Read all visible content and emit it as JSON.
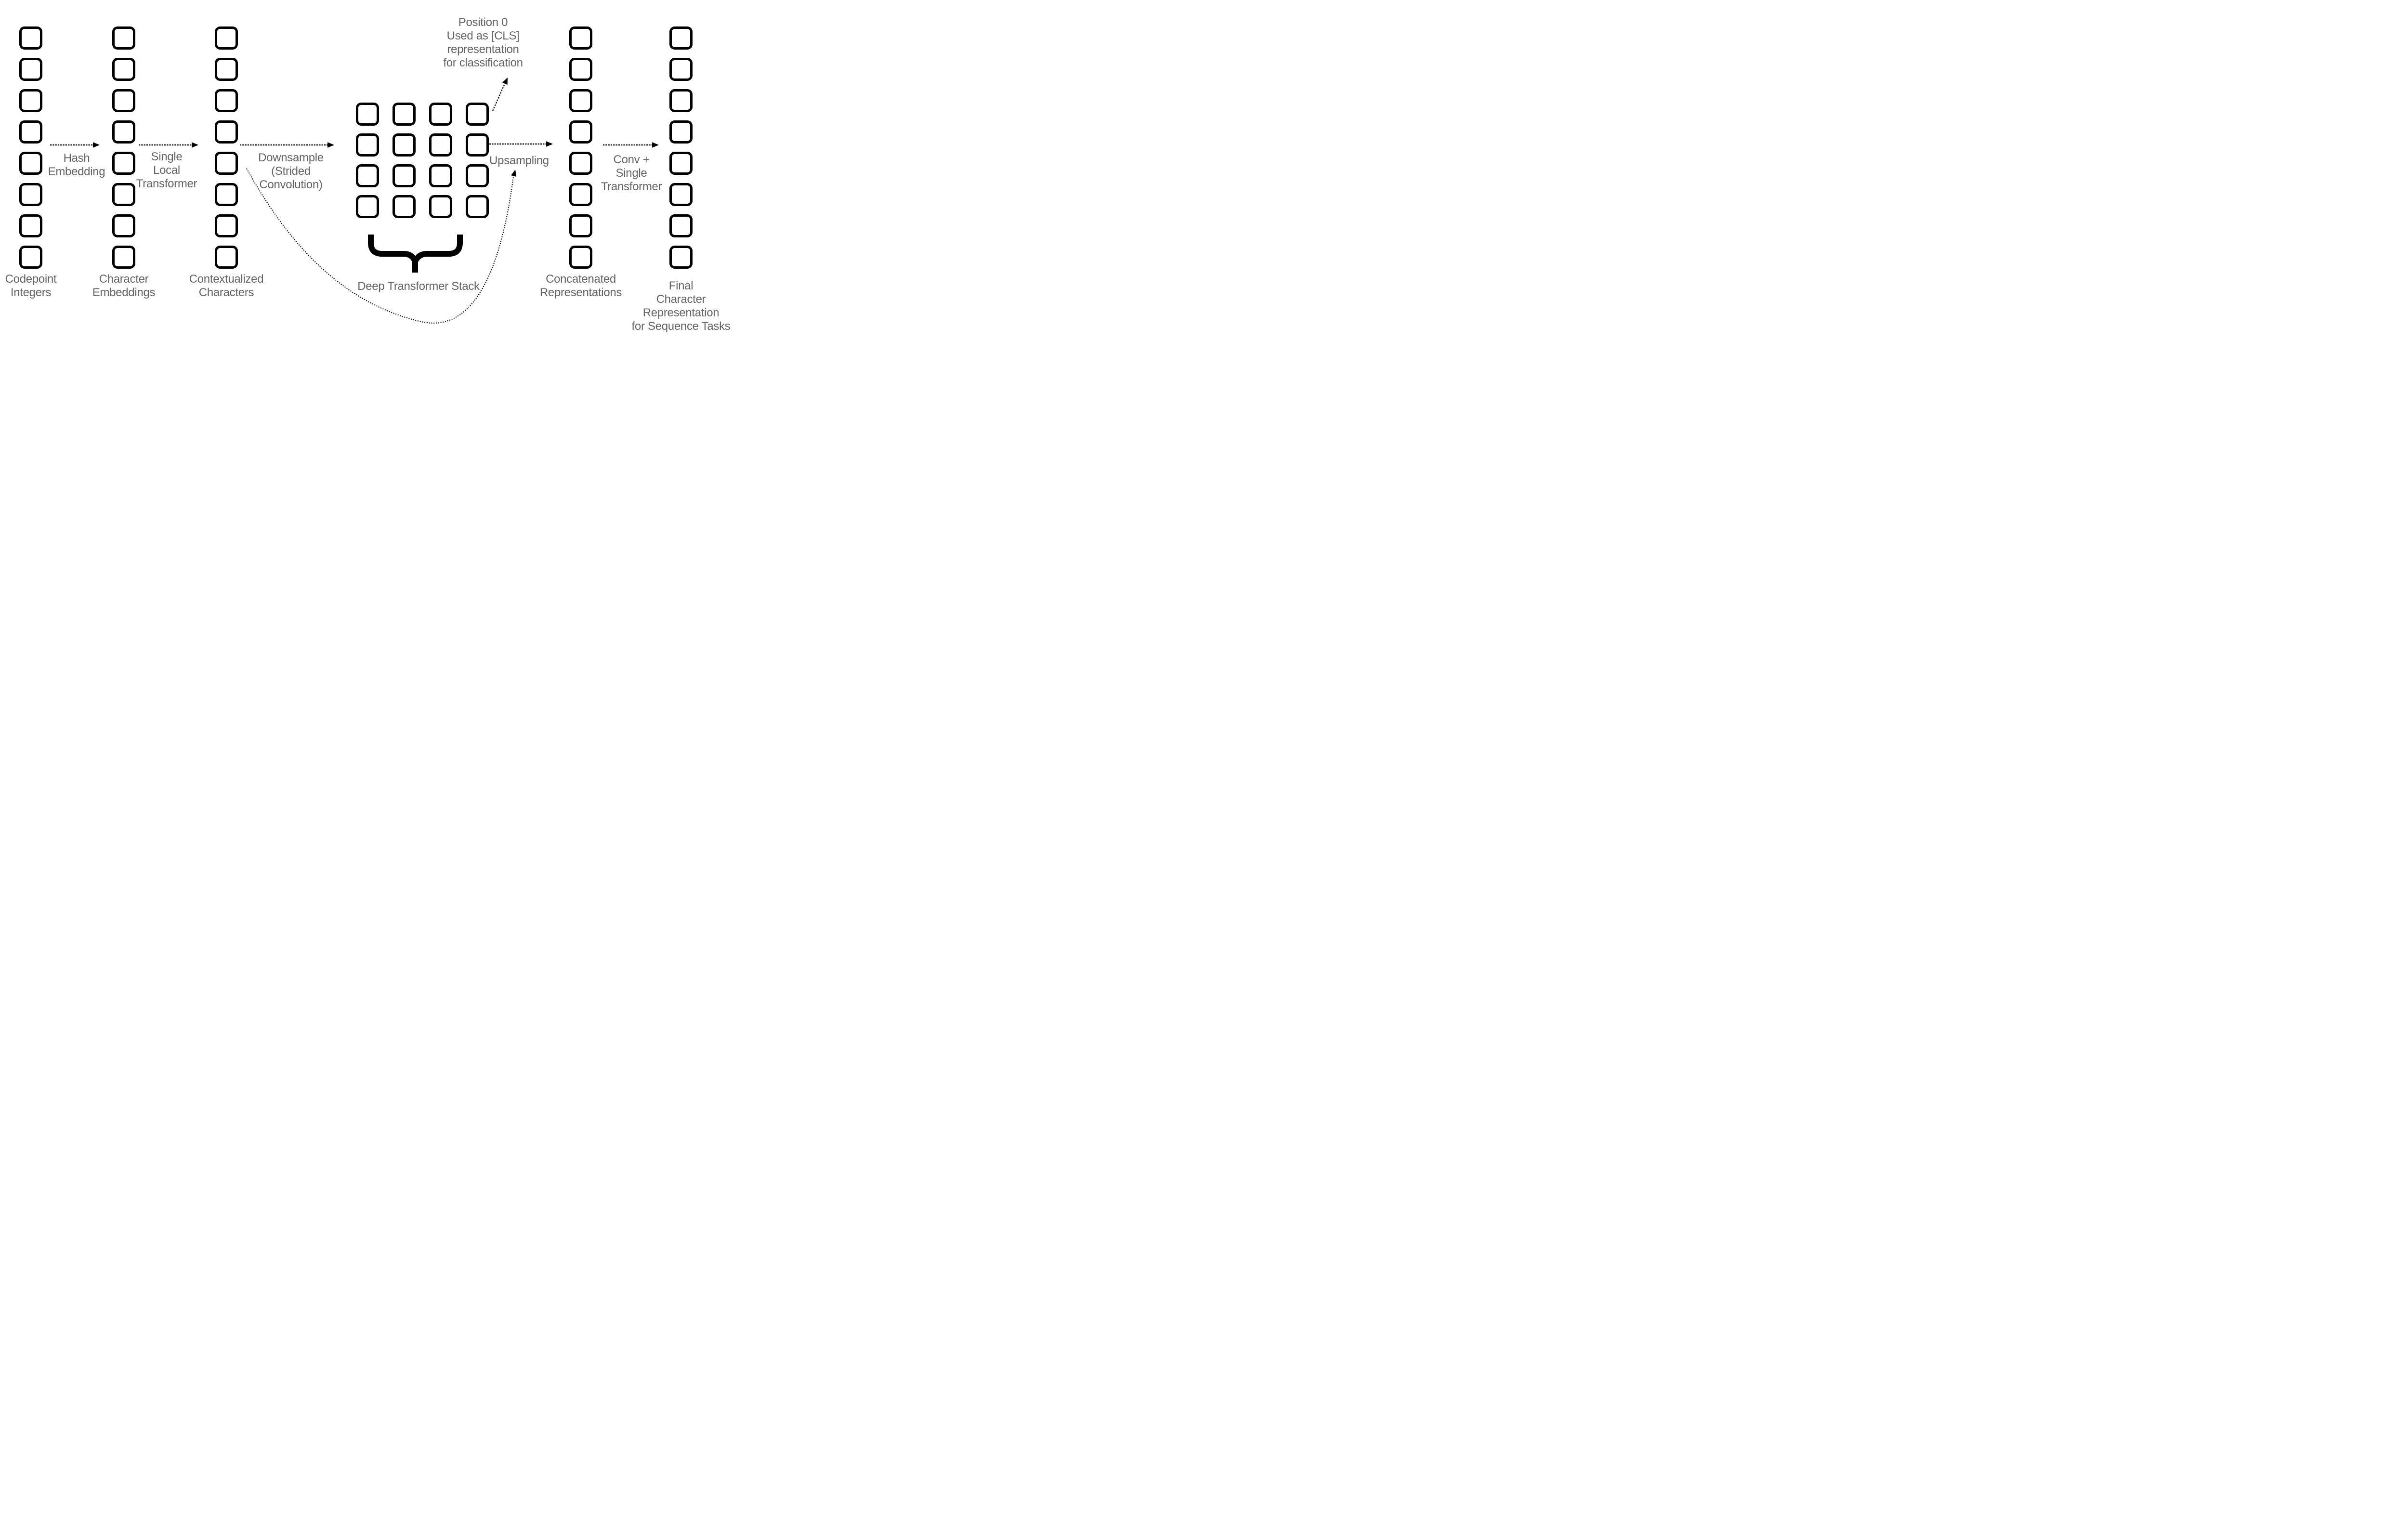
{
  "colors": {
    "background": "#ffffff",
    "shape_stroke": "#000000",
    "label_text": "#646464"
  },
  "stages": {
    "codepoint_column": {
      "squares": 8,
      "label": {
        "l1": "Codepoint",
        "l2": "Integers"
      }
    },
    "character_column": {
      "squares": 8,
      "label": {
        "l1": "Character",
        "l2": "Embeddings"
      }
    },
    "contextualized_column": {
      "squares": 8,
      "label": {
        "l1": "Contextualized",
        "l2": "Characters"
      }
    },
    "transformer_grid": {
      "rows": 4,
      "cols": 4,
      "squares": 16,
      "label": {
        "l1": "Deep Transformer Stack"
      }
    },
    "concatenated_column": {
      "squares": 8,
      "label": {
        "l1": "Concatenated",
        "l2": "Representations"
      }
    },
    "final_column": {
      "squares": 8,
      "label": {
        "l1": "Final",
        "l2": "Character",
        "l3": "Representation",
        "l4": "for Sequence Tasks"
      }
    }
  },
  "arrow_labels": {
    "hash_embedding": {
      "l1": "Hash",
      "l2": "Embedding"
    },
    "single_local_transformer": {
      "l1": "Single",
      "l2": "Local",
      "l3": "Transformer"
    },
    "downsample": {
      "l1": "Downsample",
      "l2": "(Strided",
      "l3": "Convolution)"
    },
    "upsampling": {
      "l1": "Upsampling"
    },
    "conv_single_transformer": {
      "l1": "Conv +",
      "l2": "Single",
      "l3": "Transformer"
    }
  },
  "annotations": {
    "cls_note": {
      "l1": "Position 0",
      "l2": "Used as [CLS]",
      "l3": "representation",
      "l4": "for classification"
    }
  }
}
